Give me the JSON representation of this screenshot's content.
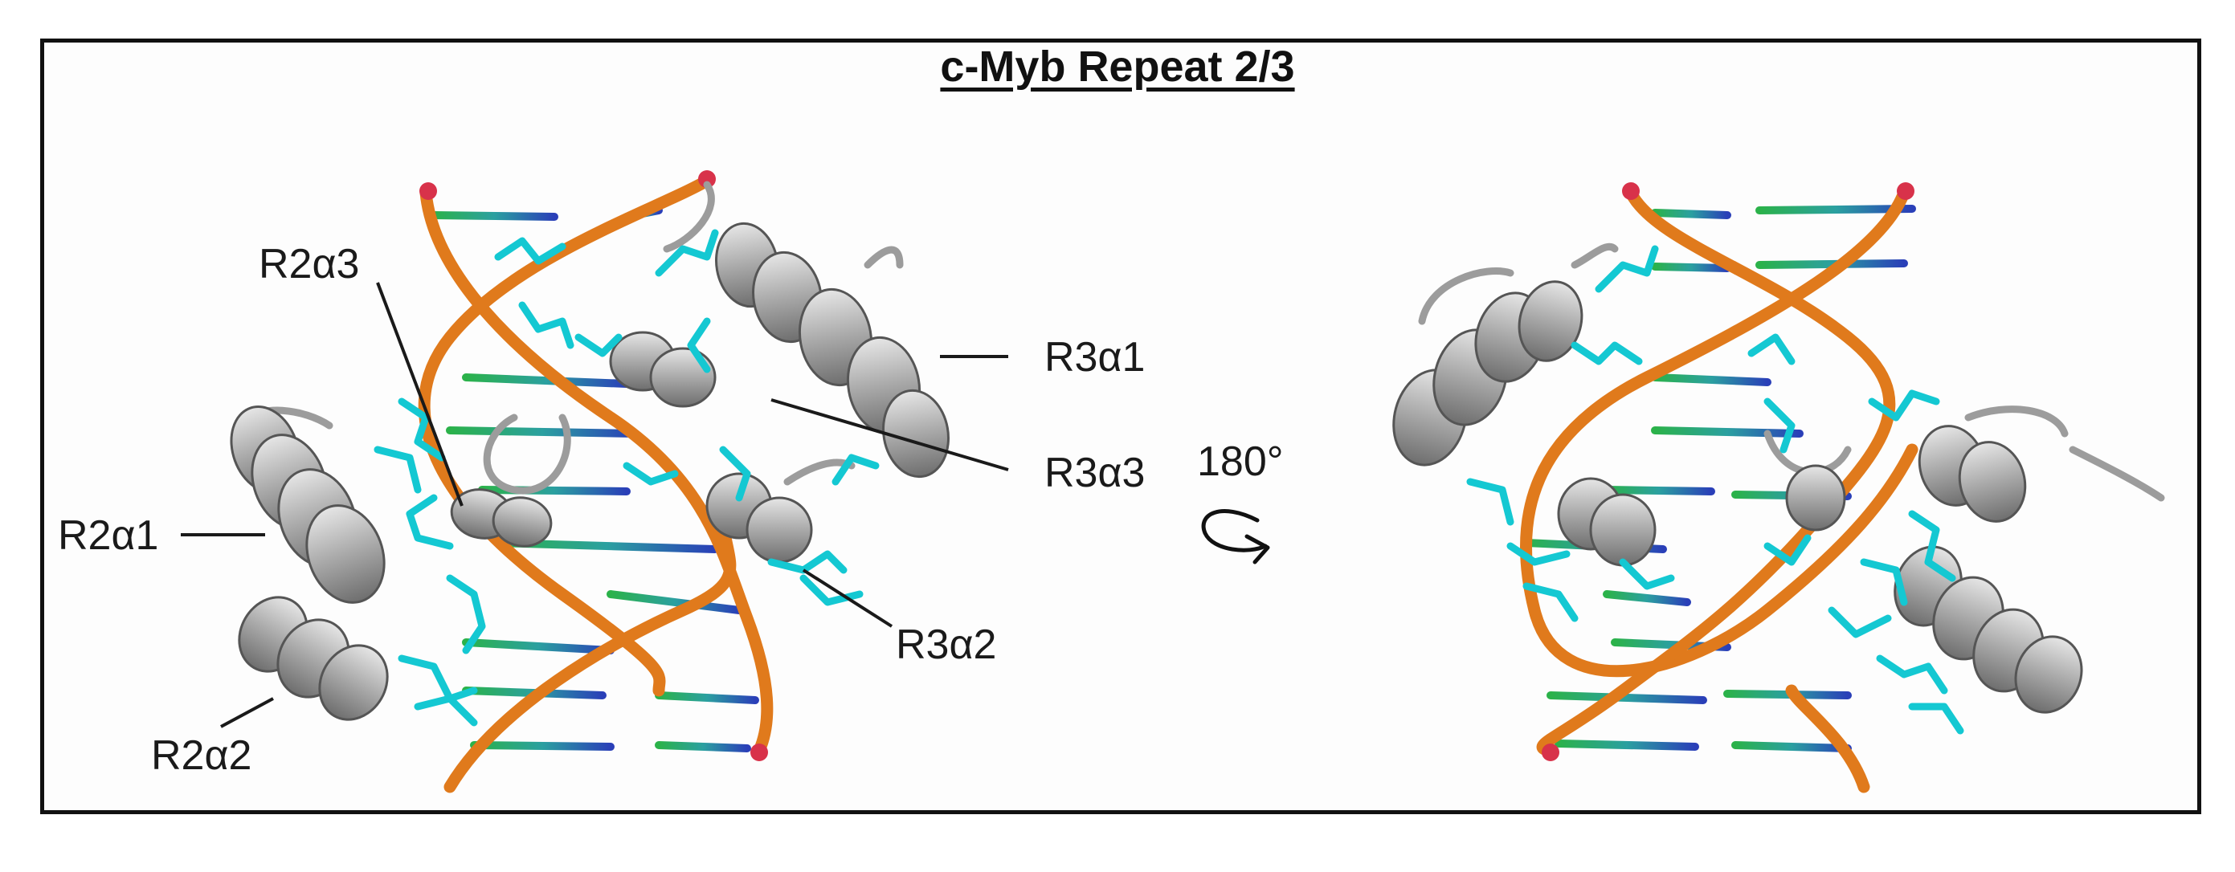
{
  "figure": {
    "title": "c-Myb Repeat 2/3",
    "rotation_label": "180°",
    "labels": {
      "r2a1": "R2α1",
      "r2a2": "R2α2",
      "r2a3": "R2α3",
      "r3a1": "R3α1",
      "r3a2": "R3α2",
      "r3a3": "R3α3"
    }
  },
  "colors": {
    "dna_backbone": "#e07a1c",
    "dna_end": "#d8324a",
    "base_green": "#2bb24a",
    "base_blue": "#2a3fb8",
    "helix_gray": "#a9a9a9",
    "sidechain_cyan": "#14c8d2",
    "frame": "#111111"
  },
  "icons": [
    "rotation-arrow-icon"
  ]
}
